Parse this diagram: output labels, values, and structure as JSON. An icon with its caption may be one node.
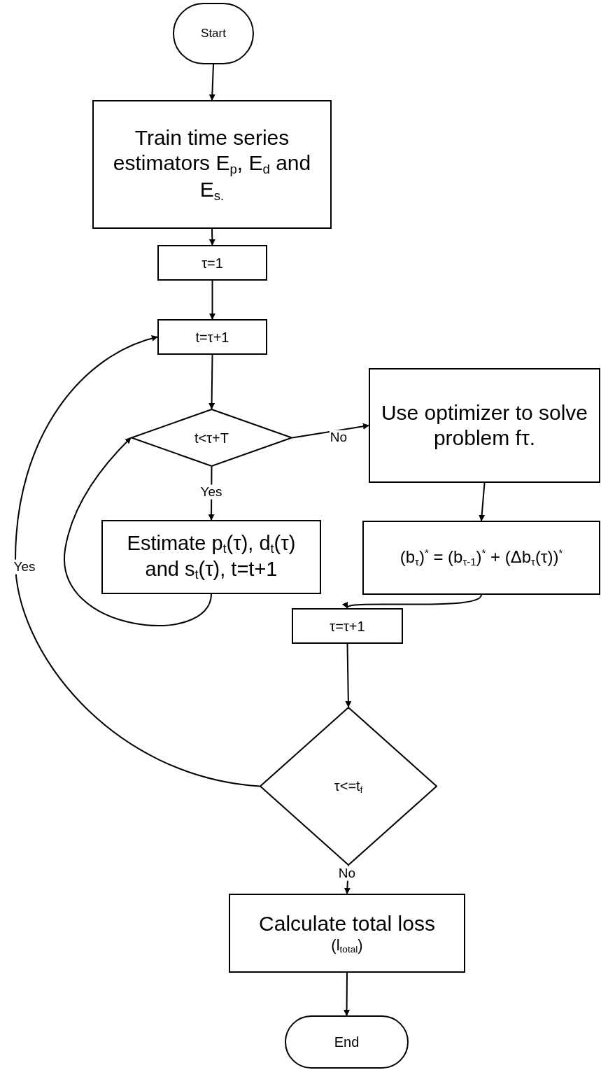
{
  "diagram": {
    "nodes": [
      {
        "text": [
          "Start"
        ]
      },
      {
        "text": [
          "Train time series estimators E$_{p}$, E$_{d}$ and E$_{s.}$"
        ]
      },
      {
        "text": [
          "τ=1"
        ]
      },
      {
        "text": [
          "t=τ+1"
        ]
      },
      {
        "text": [
          "t<τ+T"
        ]
      },
      {
        "text": [
          "Estimate p$_{t}$(τ), d$_{t}$(τ) and s$_{t}$(τ), t=t+1"
        ]
      },
      {
        "text": [
          "Use optimizer to solve problem fτ."
        ]
      },
      {
        "text": [
          "(b$_{τ}$)$^{*}$ = (b$_{τ-1}$)$^{*}$ + (Δb$_{τ}$(τ))$^{*}$"
        ]
      },
      {
        "text": [
          "τ=τ+1"
        ]
      },
      {
        "text": [
          "τ<=t$_{f}$"
        ]
      },
      {
        "text": [
          "Calculate total loss",
          "(l$_{total}$)"
        ]
      },
      {
        "text": [
          "End"
        ]
      }
    ],
    "edges": [
      {
        "from": 0,
        "to": 1,
        "arrow": "to"
      },
      {
        "from": 1,
        "to": 2,
        "arrow": "to"
      },
      {
        "from": 2,
        "to": 3,
        "arrow": "to"
      },
      {
        "from": 3,
        "to": 4,
        "arrow": "to"
      },
      {
        "from": 4,
        "to": 6,
        "arrow": "to",
        "label": "No"
      },
      {
        "from": 4,
        "to": 5,
        "arrow": "to",
        "label": "Yes"
      },
      {
        "from": 5,
        "to": 4,
        "arrow": "to"
      },
      {
        "from": 6,
        "to": 7,
        "arrow": "to"
      },
      {
        "from": 7,
        "to": 8,
        "arrow": "to"
      },
      {
        "from": 8,
        "to": 9,
        "arrow": "to"
      },
      {
        "from": 9,
        "to": 3,
        "arrow": "to",
        "label": "Yes"
      },
      {
        "from": 9,
        "to": 10,
        "arrow": "to",
        "label": "No"
      },
      {
        "from": 10,
        "to": 11,
        "arrow": "to"
      }
    ]
  }
}
